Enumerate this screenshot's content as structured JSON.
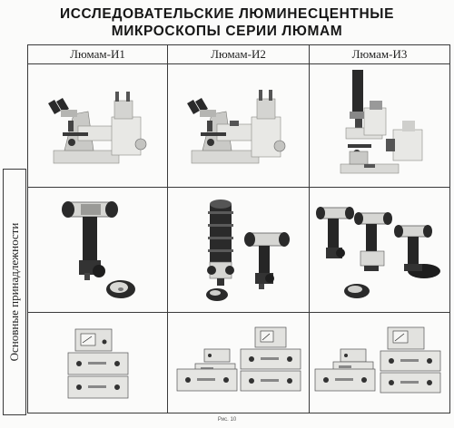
{
  "document": {
    "title_line1": "ИССЛЕДОВАТЕЛЬСКИЕ ЛЮМИНЕСЦЕНТНЫЕ",
    "title_line2": "МИКРОСКОПЫ СЕРИИ ЛЮМАМ",
    "side_label": "Основные принадлежности",
    "figure_caption": "Рис. 10"
  },
  "columns": [
    {
      "label": "Люмам-И1"
    },
    {
      "label": "Люмам-И2"
    },
    {
      "label": "Люмам-И3"
    }
  ],
  "rows": [
    {
      "kind": "microscope"
    },
    {
      "kind": "illuminator"
    },
    {
      "kind": "power-supply"
    }
  ],
  "colors": {
    "grid": "#3a3a3a",
    "paper": "#fbfbfa",
    "device_light": "#e2e2e0",
    "device_mid": "#b9b9b6",
    "device_dark": "#2a2a2a"
  }
}
